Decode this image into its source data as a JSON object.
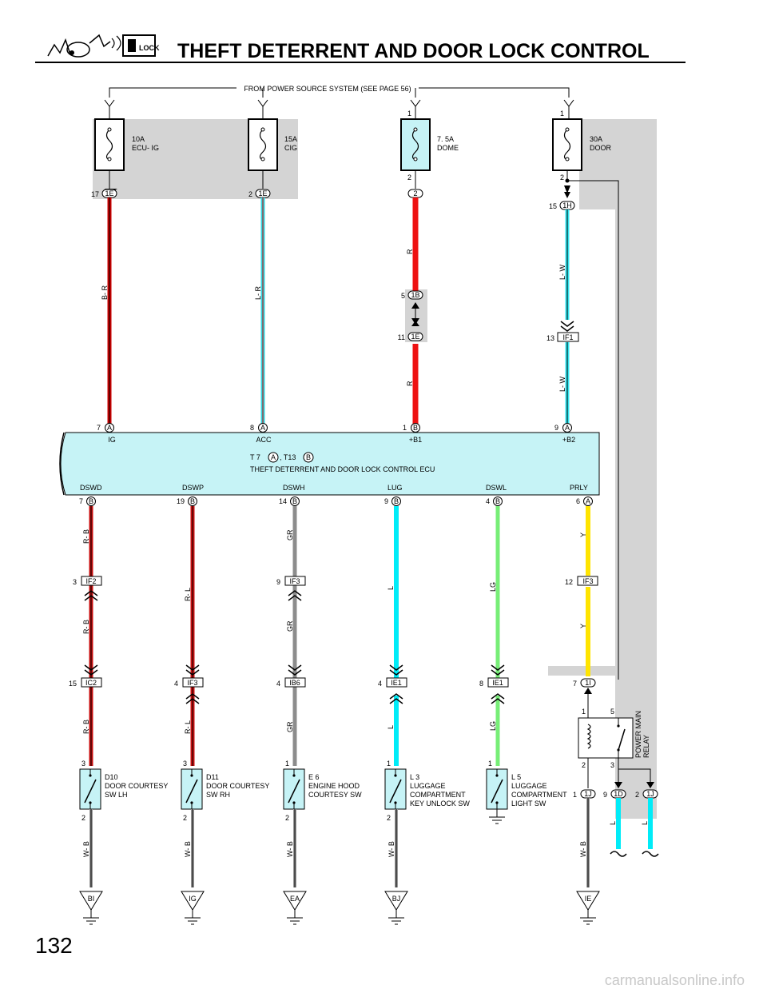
{
  "header": {
    "title": "THEFT DETERRENT AND DOOR LOCK CONTROL",
    "icon": "theft-lock-icon"
  },
  "page_number": "132",
  "watermark": "carmanualsonline.info",
  "power_source": "FROM POWER SOURCE SYSTEM (SEE PAGE 56)",
  "fuses": [
    {
      "rating": "10A",
      "name": "ECU- IG",
      "top_pin": "",
      "bottom_pin": "",
      "conn_pin": "17",
      "conn_id": "1E",
      "wire": "B- R"
    },
    {
      "rating": "15A",
      "name": "CIG",
      "top_pin": "",
      "bottom_pin": "",
      "conn_pin": "2",
      "conn_id": "1E",
      "wire": "L- R"
    },
    {
      "rating": "7. 5A",
      "name": "DOME",
      "top_pin": "1",
      "bottom_pin": "2",
      "conn_pin": "",
      "conn_id": "2",
      "wire": "R"
    },
    {
      "rating": "30A",
      "name": "DOOR",
      "top_pin": "1",
      "bottom_pin": "2",
      "conn_pin": "15",
      "conn_id": "1H",
      "wire": "L- W"
    }
  ],
  "junctions": [
    {
      "pin": "5",
      "id": "1B"
    },
    {
      "pin": "11",
      "id": "1E"
    },
    {
      "pin": "13",
      "id": "IF1"
    }
  ],
  "ecu": {
    "name": "THEFT DETERRENT AND DOOR LOCK CONTROL ECU",
    "label_prefix": "T 7",
    "conn_a": "A",
    "label_mid": ", T13",
    "conn_b": "B",
    "top_terminals": [
      {
        "pin": "7",
        "conn": "A",
        "name": "IG"
      },
      {
        "pin": "8",
        "conn": "A",
        "name": "ACC"
      },
      {
        "pin": "1",
        "conn": "B",
        "name": "+B1"
      },
      {
        "pin": "9",
        "conn": "A",
        "name": "+B2"
      }
    ],
    "bottom_terminals": [
      {
        "pin": "7",
        "conn": "B",
        "name": "DSWD"
      },
      {
        "pin": "19",
        "conn": "B",
        "name": "DSWP"
      },
      {
        "pin": "14",
        "conn": "B",
        "name": "DSWH"
      },
      {
        "pin": "9",
        "conn": "B",
        "name": "LUG"
      },
      {
        "pin": "4",
        "conn": "B",
        "name": "DSWL"
      },
      {
        "pin": "6",
        "conn": "A",
        "name": "PRLY"
      }
    ]
  },
  "lower_circuits": [
    {
      "wire_upper": "R- B",
      "mid_pin": "3",
      "mid_id": "IF2",
      "wire_mid": "R- B",
      "low_pin": "15",
      "low_id": "IC2",
      "wire_low": "R- B",
      "sw_top_pin": "3",
      "sw_bot_pin": "2",
      "sw_code": "D10",
      "sw_name_1": "DOOR COURTESY",
      "sw_name_2": "SW LH",
      "sw_name_3": "",
      "ground_wire": "W- B",
      "ground_id": "BI"
    },
    {
      "wire_upper": "R- L",
      "mid_pin": "",
      "mid_id": "",
      "wire_mid": "",
      "low_pin": "4",
      "low_id": "IF3",
      "wire_low": "R- L",
      "sw_top_pin": "3",
      "sw_bot_pin": "2",
      "sw_code": "D11",
      "sw_name_1": "DOOR COURTESY",
      "sw_name_2": "SW RH",
      "sw_name_3": "",
      "ground_wire": "W- B",
      "ground_id": "IG"
    },
    {
      "wire_upper": "GR",
      "mid_pin": "9",
      "mid_id": "IF3",
      "wire_mid": "GR",
      "low_pin": "4",
      "low_id": "IB6",
      "wire_low": "GR",
      "sw_top_pin": "1",
      "sw_bot_pin": "2",
      "sw_code": "E 6",
      "sw_name_1": "ENGINE HOOD",
      "sw_name_2": "COURTESY SW",
      "sw_name_3": "",
      "ground_wire": "W- B",
      "ground_id": "EA"
    },
    {
      "wire_upper": "L",
      "mid_pin": "",
      "mid_id": "",
      "wire_mid": "",
      "low_pin": "4",
      "low_id": "IE1",
      "wire_low": "L",
      "sw_top_pin": "1",
      "sw_bot_pin": "2",
      "sw_code": "L 3",
      "sw_name_1": "LUGGAGE",
      "sw_name_2": "COMPARTMENT",
      "sw_name_3": "KEY UNLOCK SW",
      "ground_wire": "W- B",
      "ground_id": "BJ"
    },
    {
      "wire_upper": "LG",
      "mid_pin": "",
      "mid_id": "",
      "wire_mid": "",
      "low_pin": "8",
      "low_id": "IE1",
      "wire_low": "LG",
      "sw_top_pin": "1",
      "sw_bot_pin": "",
      "sw_code": "L 5",
      "sw_name_1": "LUGGAGE",
      "sw_name_2": "COMPARTMENT",
      "sw_name_3": "LIGHT SW",
      "ground_wire": "",
      "ground_id": ""
    }
  ],
  "relay_circuit": {
    "wire_upper": "Y",
    "mid_pin": "12",
    "mid_id": "IF3",
    "wire_mid": "Y",
    "in_pin": "7",
    "in_id": "1I",
    "relay_name_1": "POWER MAIN",
    "relay_name_2": "RELAY",
    "relay_pins": {
      "p1": "1",
      "p5": "5",
      "p2": "2",
      "p3": "3"
    },
    "out_left_pin": "1",
    "out_left_id": "1J",
    "out_mid_pin": "9",
    "out_mid_id": "1D",
    "out_right_pin": "2",
    "out_right_id": "1J",
    "wire_out_mid": "L",
    "wire_out_right": "L",
    "ground_wire": "W- B",
    "ground_id": "IE"
  },
  "colors": {
    "B-R": "#cc0000",
    "L-R": "#33d6e0",
    "R": "#ee1111",
    "L-W": "#33e6f0",
    "R-B": "#cc1111",
    "R-L": "#cc1111",
    "GR": "#8c8c8c",
    "L": "#00ecf8",
    "LG": "#77ee77",
    "Y": "#ffe400",
    "W-B": "#999999",
    "fuse_fill": "#c6f3f6",
    "ecu_fill": "#c6f3f6",
    "shade": "#d4d4d4"
  }
}
